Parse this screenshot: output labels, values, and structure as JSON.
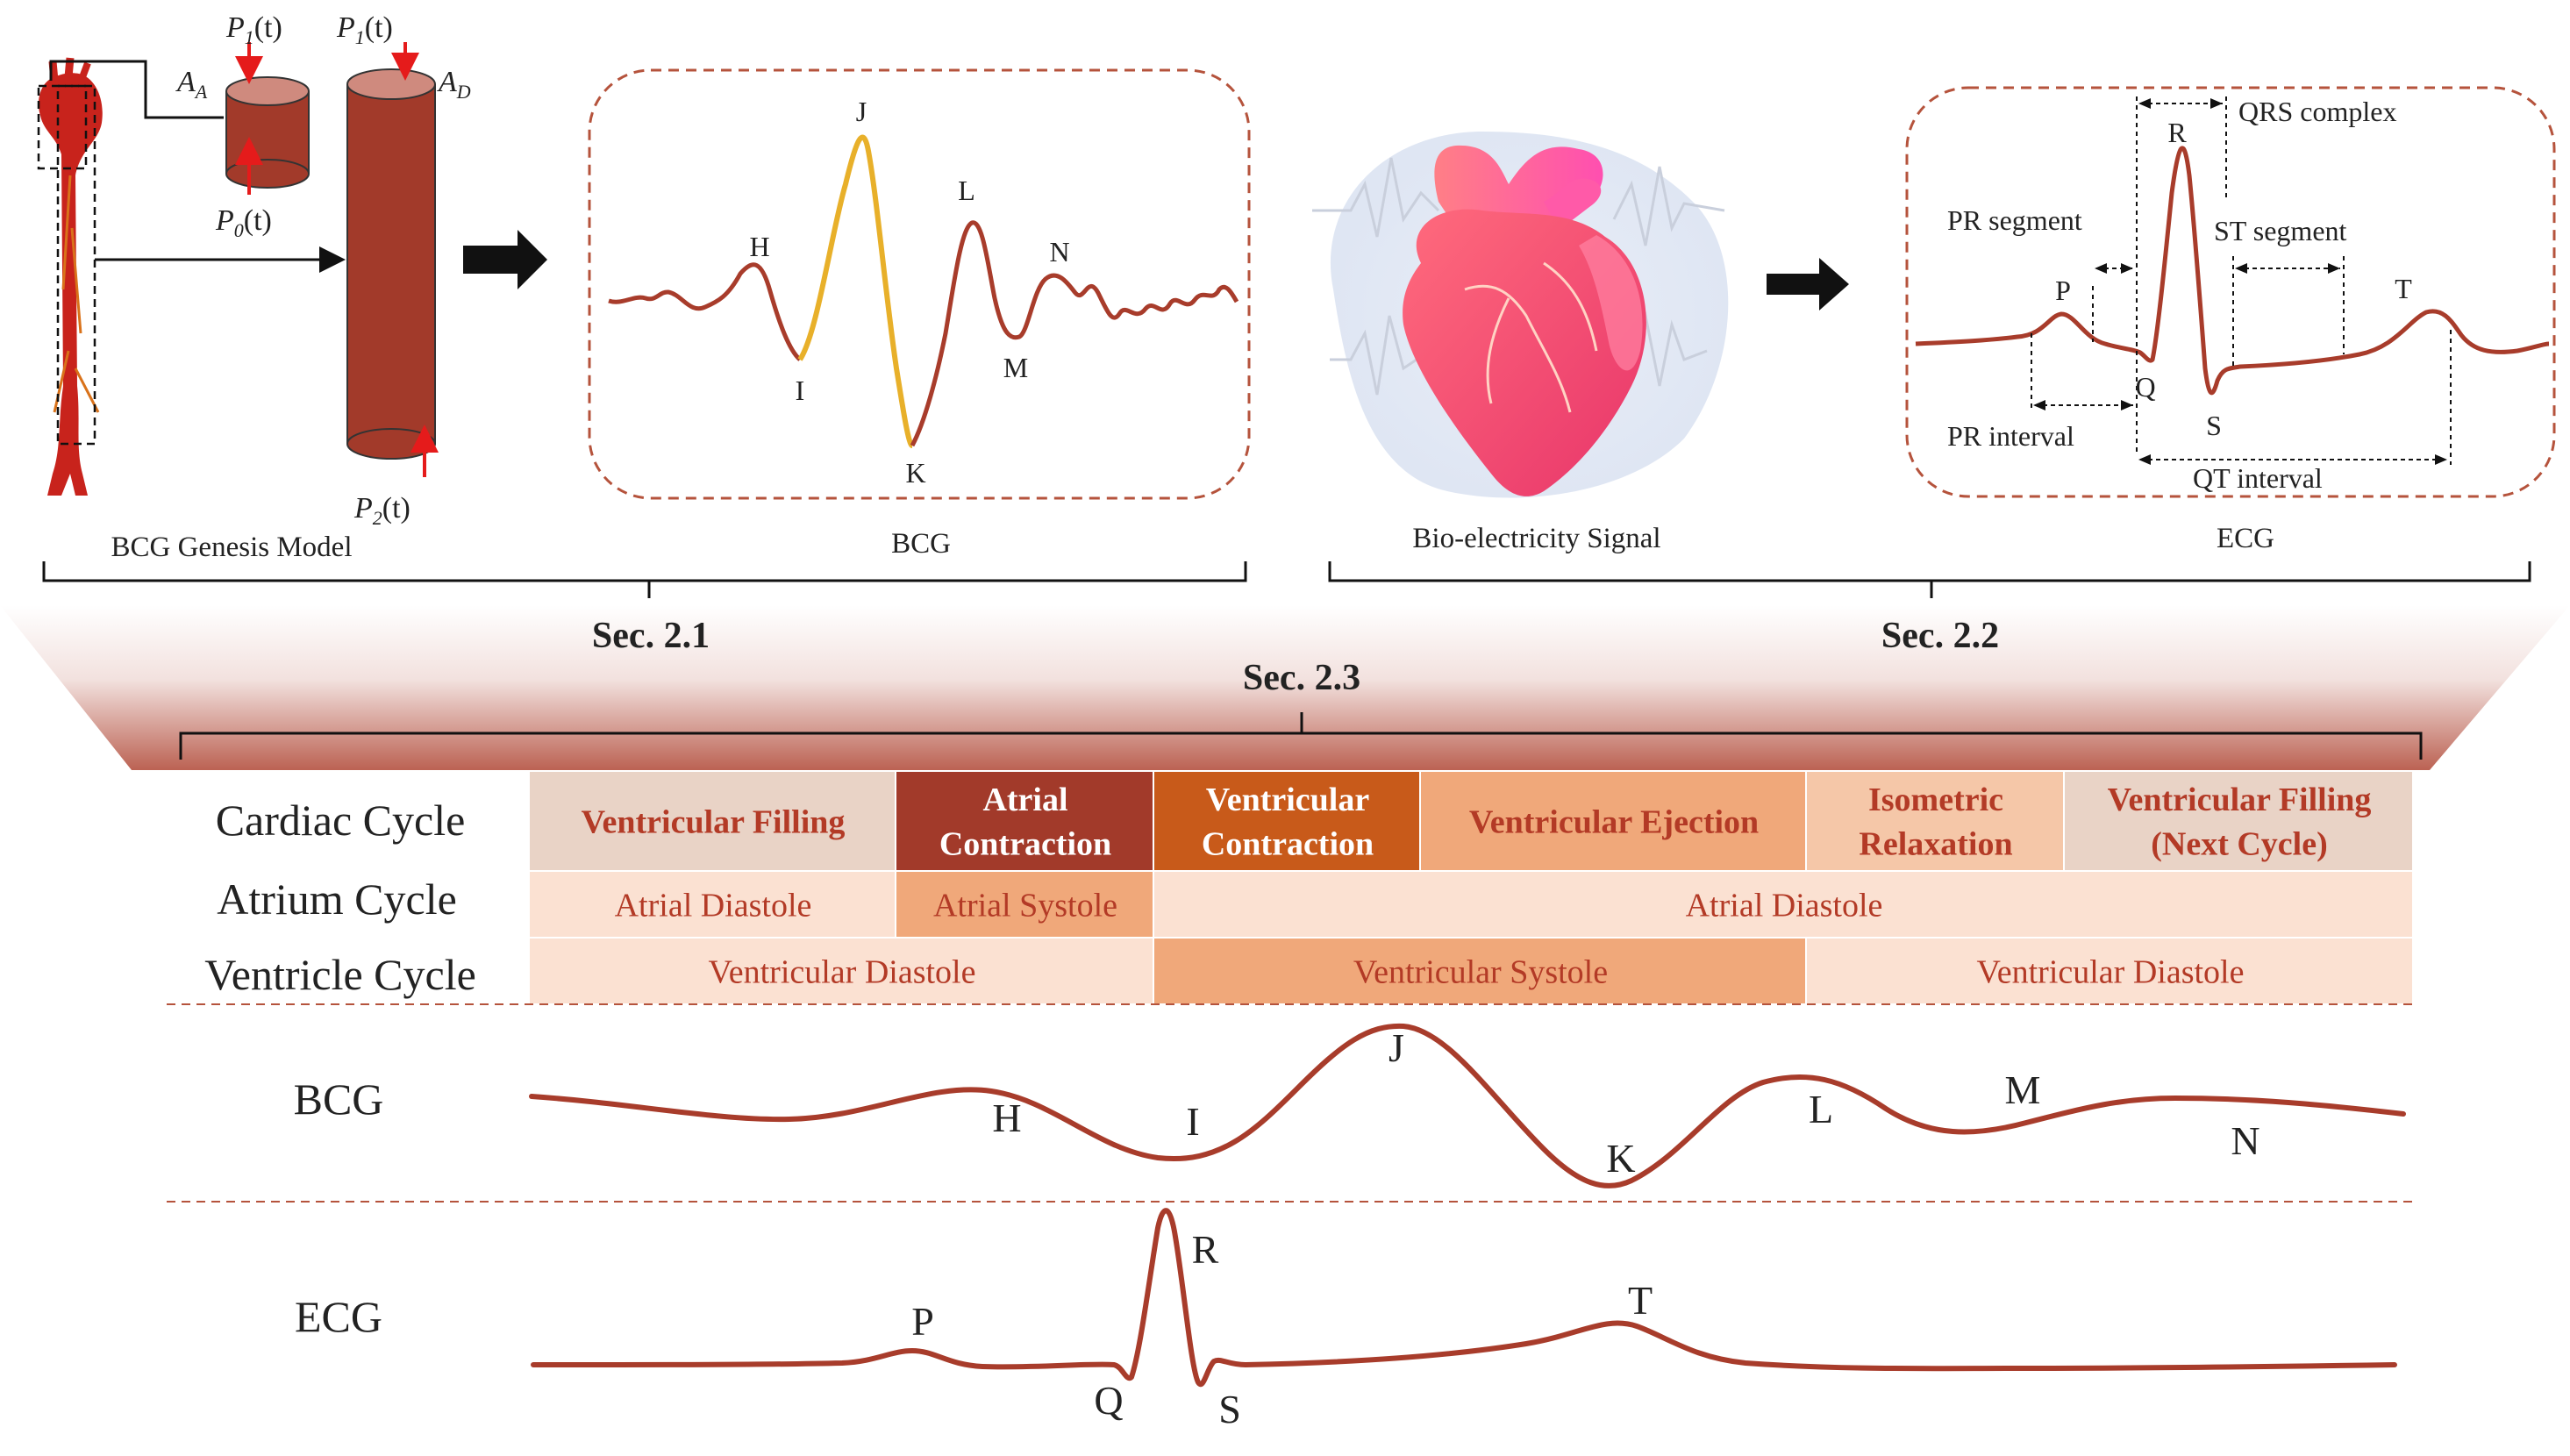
{
  "colors": {
    "artery": "#a23a2a",
    "wave": "#a83c2b",
    "bcg_highlight": "#e8b02a",
    "pressure_arrow": "#e51b1b",
    "dash_box": "#b5533c",
    "fade_band": "#b85a4a",
    "row_dark": "#a23a2a",
    "row_orange": "#c85a1a",
    "row_mid": "#f0a87a",
    "row_light": "#f5c7a8",
    "row_lighter": "#fbe1d2",
    "row_beige": "#e9d3c6",
    "text_dark_red": "#b33a26"
  },
  "top": {
    "genesis_caption": "BCG Genesis Model",
    "p1_left": {
      "base": "P",
      "sub": "1",
      "arg": "(t)"
    },
    "p1_right": {
      "base": "P",
      "sub": "1",
      "arg": "(t)"
    },
    "p0": {
      "base": "P",
      "sub": "0",
      "arg": "(t)"
    },
    "p2": {
      "base": "P",
      "sub": "2",
      "arg": "(t)"
    },
    "aa": {
      "base": "A",
      "sub": "A"
    },
    "ad": {
      "base": "A",
      "sub": "D"
    },
    "bcg_caption": "BCG",
    "bcg_labels": [
      "H",
      "I",
      "J",
      "K",
      "L",
      "M",
      "N"
    ],
    "bio_caption": "Bio-electricity Signal",
    "ecg_caption": "ECG",
    "ecg_labels": [
      "P",
      "Q",
      "R",
      "S",
      "T"
    ],
    "ecg_annotations": {
      "qrs": "QRS complex",
      "pr_segment": "PR segment",
      "st_segment": "ST segment",
      "pr_interval": "PR interval",
      "qt_interval": "QT interval"
    },
    "sec21": "Sec. 2.1",
    "sec22": "Sec. 2.2",
    "sec23": "Sec. 2.3"
  },
  "table": {
    "row_labels": [
      "Cardiac Cycle",
      "Atrium Cycle",
      "Ventricle Cycle"
    ],
    "cardiac": [
      {
        "text": "Ventricular Filling",
        "bg": "#e9d3c6",
        "fg": "#b33a26",
        "bold": true
      },
      {
        "text": "Atrial|Contraction",
        "bg": "#a23a2a",
        "fg": "#ffffff",
        "bold": true
      },
      {
        "text": "Ventricular|Contraction",
        "bg": "#c85a1a",
        "fg": "#ffffff",
        "bold": true
      },
      {
        "text": "Ventricular Ejection",
        "bg": "#f0a87a",
        "fg": "#b33a26",
        "bold": true
      },
      {
        "text": "Isometric|Relaxation",
        "bg": "#f5c7a8",
        "fg": "#b33a26",
        "bold": true
      },
      {
        "text": "Ventricular Filling|(Next Cycle)",
        "bg": "#e9d3c6",
        "fg": "#b33a26",
        "bold": true
      }
    ],
    "atrium": [
      {
        "text": "Atrial Diastole",
        "bg": "#fbe1d2",
        "fg": "#b33a26"
      },
      {
        "text": "Atrial Systole",
        "bg": "#f0a87a",
        "fg": "#b33a26"
      },
      {
        "text": "Atrial Diastole",
        "bg": "#fbe1d2",
        "fg": "#b33a26"
      }
    ],
    "ventricle": [
      {
        "text": "Ventricular Diastole",
        "bg": "#fbe1d2",
        "fg": "#b33a26"
      },
      {
        "text": "Ventricular Systole",
        "bg": "#f0a87a",
        "fg": "#b33a26"
      },
      {
        "text": "Ventricular Diastole",
        "bg": "#fbe1d2",
        "fg": "#b33a26"
      }
    ]
  },
  "bottom": {
    "bcg_label": "BCG",
    "ecg_label": "ECG",
    "bcg_points": [
      "H",
      "I",
      "J",
      "K",
      "L",
      "M",
      "N"
    ],
    "ecg_points": [
      "P",
      "Q",
      "R",
      "S",
      "T"
    ]
  }
}
